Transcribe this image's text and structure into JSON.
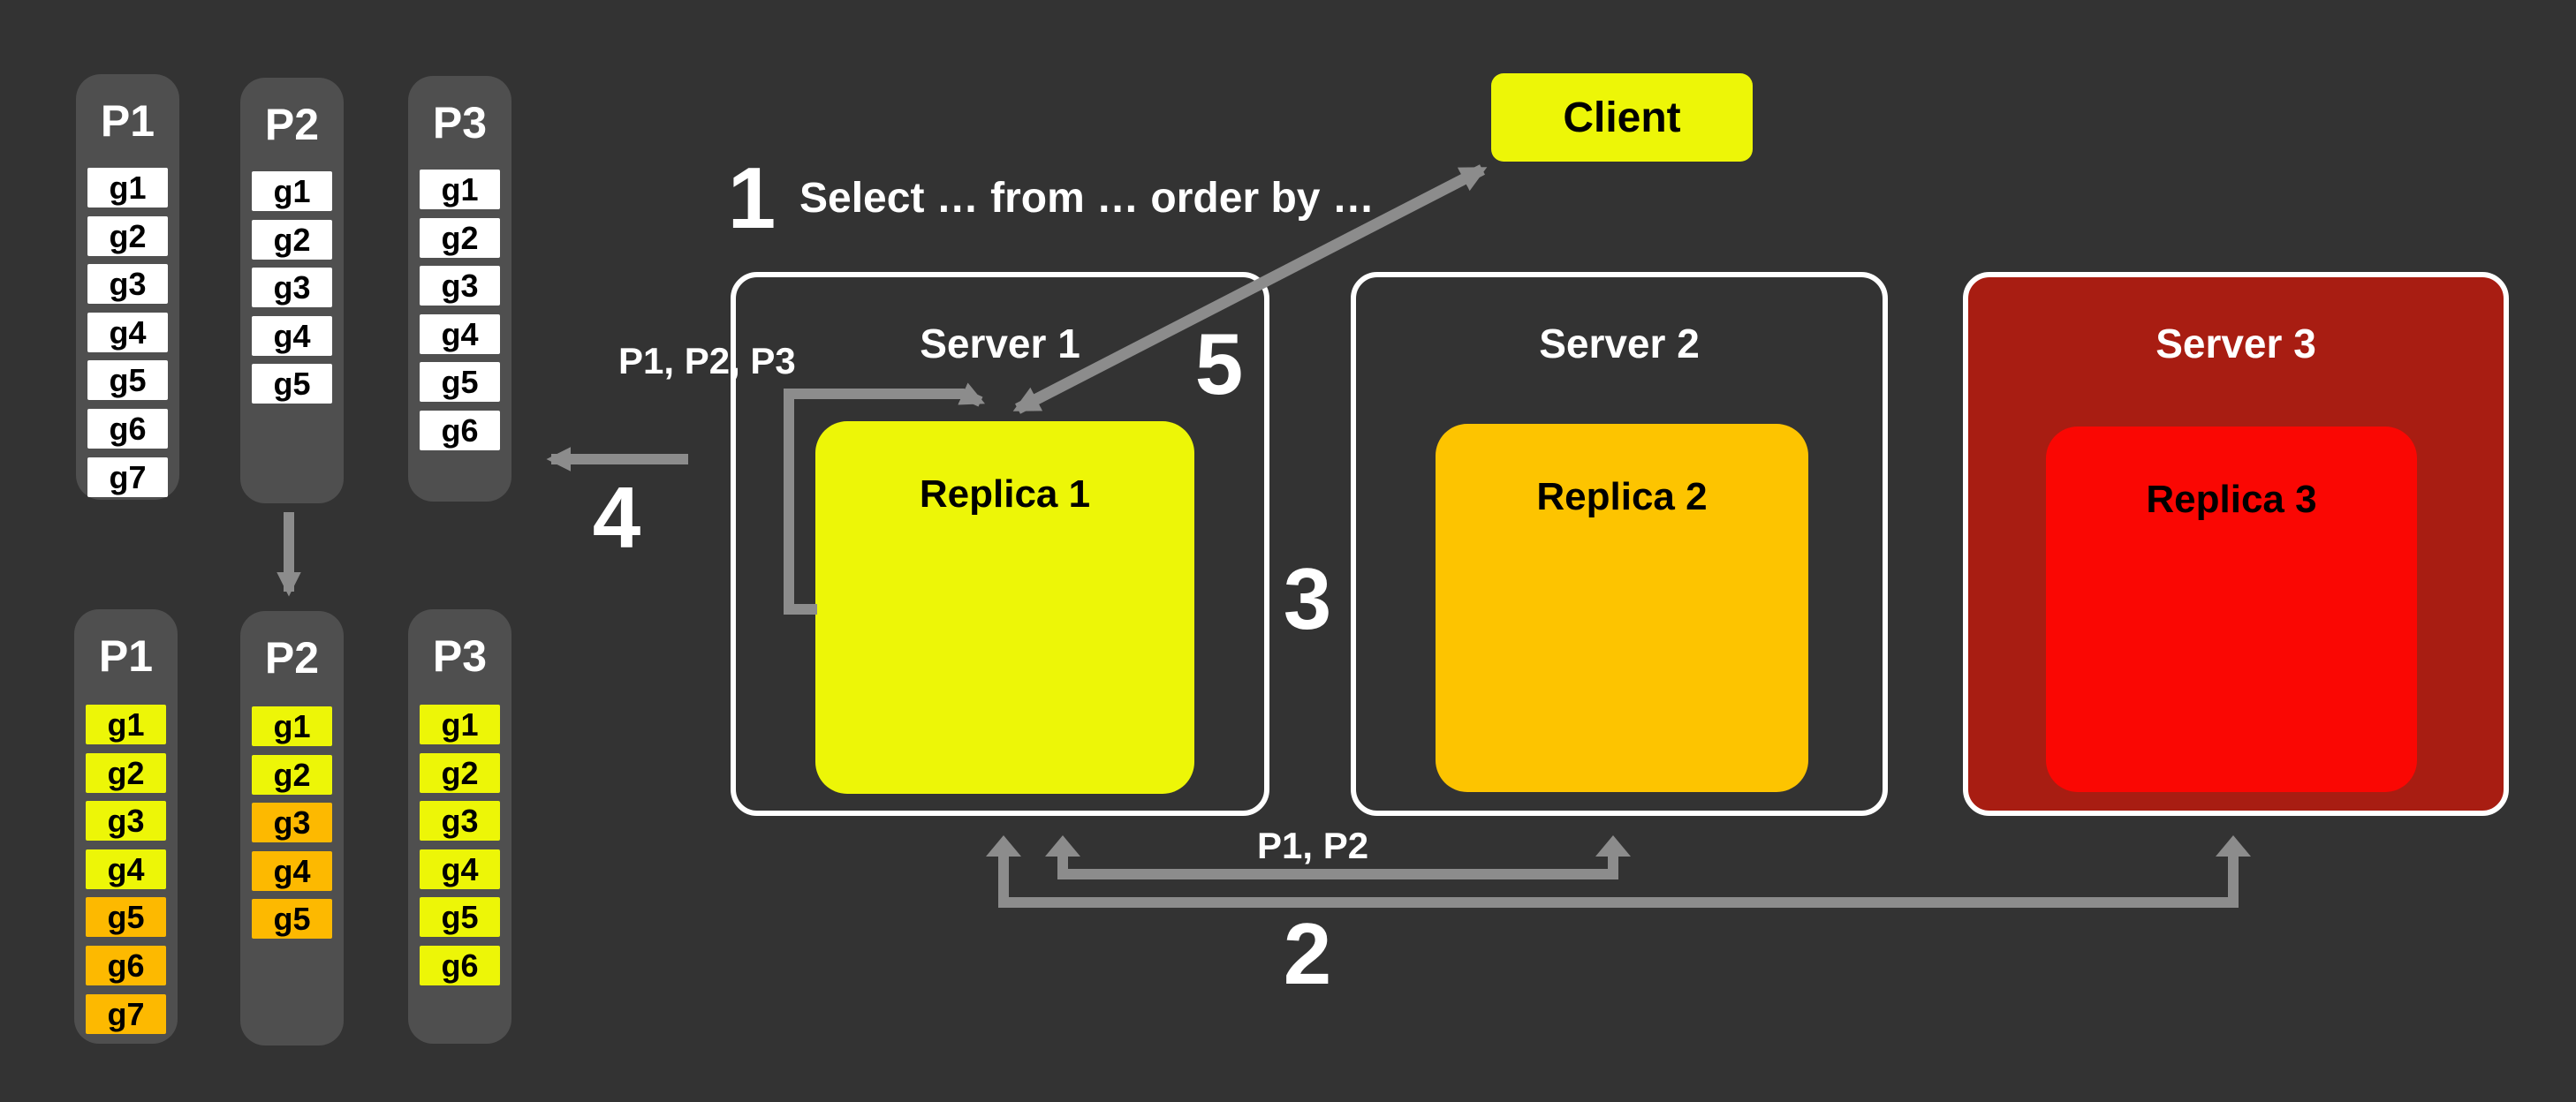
{
  "client": {
    "label": "Client"
  },
  "steps": {
    "s1": {
      "num": "1",
      "query": "Select … from … order by …"
    },
    "s2": {
      "num": "2"
    },
    "s3": {
      "num": "3"
    },
    "s4": {
      "num": "4"
    },
    "s5": {
      "num": "5"
    }
  },
  "labels": {
    "fanout_partitions": "P1, P2, P3",
    "replicated_partitions": "P1, P2"
  },
  "servers": [
    {
      "name": "Server 1",
      "replica": {
        "label": "Replica 1"
      }
    },
    {
      "name": "Server 2",
      "replica": {
        "label": "Replica 2"
      }
    },
    {
      "name": "Server 3",
      "replica": {
        "label": "Replica 3"
      }
    }
  ],
  "partitions": {
    "initial": {
      "columns": [
        {
          "name": "P1",
          "cells": [
            {
              "label": "g1",
              "color": "white"
            },
            {
              "label": "g2",
              "color": "white"
            },
            {
              "label": "g3",
              "color": "white"
            },
            {
              "label": "g4",
              "color": "white"
            },
            {
              "label": "g5",
              "color": "white"
            },
            {
              "label": "g6",
              "color": "white"
            },
            {
              "label": "g7",
              "color": "white"
            }
          ]
        },
        {
          "name": "P2",
          "cells": [
            {
              "label": "g1",
              "color": "white"
            },
            {
              "label": "g2",
              "color": "white"
            },
            {
              "label": "g3",
              "color": "white"
            },
            {
              "label": "g4",
              "color": "white"
            },
            {
              "label": "g5",
              "color": "white"
            }
          ]
        },
        {
          "name": "P3",
          "cells": [
            {
              "label": "g1",
              "color": "white"
            },
            {
              "label": "g2",
              "color": "white"
            },
            {
              "label": "g3",
              "color": "white"
            },
            {
              "label": "g4",
              "color": "white"
            },
            {
              "label": "g5",
              "color": "white"
            },
            {
              "label": "g6",
              "color": "white"
            }
          ]
        }
      ]
    },
    "final": {
      "columns": [
        {
          "name": "P1",
          "cells": [
            {
              "label": "g1",
              "color": "yellow"
            },
            {
              "label": "g2",
              "color": "yellow"
            },
            {
              "label": "g3",
              "color": "yellow"
            },
            {
              "label": "g4",
              "color": "yellow"
            },
            {
              "label": "g5",
              "color": "orange"
            },
            {
              "label": "g6",
              "color": "orange"
            },
            {
              "label": "g7",
              "color": "orange"
            }
          ]
        },
        {
          "name": "P2",
          "cells": [
            {
              "label": "g1",
              "color": "yellow"
            },
            {
              "label": "g2",
              "color": "yellow"
            },
            {
              "label": "g3",
              "color": "orange"
            },
            {
              "label": "g4",
              "color": "orange"
            },
            {
              "label": "g5",
              "color": "orange"
            }
          ]
        },
        {
          "name": "P3",
          "cells": [
            {
              "label": "g1",
              "color": "yellow"
            },
            {
              "label": "g2",
              "color": "yellow"
            },
            {
              "label": "g3",
              "color": "yellow"
            },
            {
              "label": "g4",
              "color": "yellow"
            },
            {
              "label": "g5",
              "color": "yellow"
            },
            {
              "label": "g6",
              "color": "yellow"
            }
          ]
        }
      ]
    }
  },
  "colors": {
    "white": "#FFFFFF",
    "yellow": "#EDF607",
    "orange": "#FDB900",
    "amber": "#FDC400",
    "red": "#FA0703",
    "dark_red": "#A81D12",
    "background": "#333333",
    "panel": "#4F4F4F",
    "arrow_gray": "#8C8C8C"
  }
}
